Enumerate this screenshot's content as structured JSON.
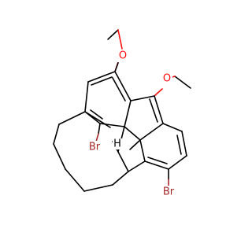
{
  "molecule": {
    "atoms": {
      "o1": {
        "label": "O",
        "color": "#ff0d0d"
      },
      "o2": {
        "label": "O",
        "color": "#ff0d0d"
      },
      "br1": {
        "label": "Br",
        "color": "#a62929"
      },
      "br2": {
        "label": "Br",
        "color": "#a62929"
      },
      "h1": {
        "label": "H",
        "color": "#000000"
      }
    }
  }
}
